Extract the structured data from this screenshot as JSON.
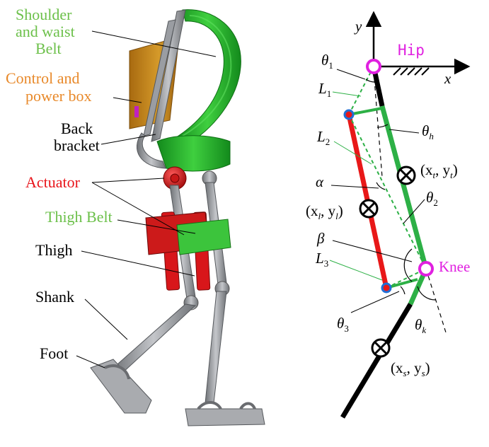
{
  "colors": {
    "green_label": "#6cc04a",
    "orange_label": "#e8892a",
    "red_label": "#e8141a",
    "black": "#000000",
    "magenta": "#e020e0",
    "belt_green": "#23a823",
    "box_orange": "#c8861a",
    "actuator_red": "#d8161a",
    "metal_gray": "#8a8c90",
    "green_link": "#2db046",
    "red_link": "#e81818",
    "blue_joint": "#1f6fd6"
  },
  "left_labels": {
    "shoulder_line1": "Shoulder",
    "shoulder_line2": "and waist",
    "shoulder_line3": "Belt",
    "control_line1": "Control and",
    "control_line2": "power box",
    "back_line1": "Back",
    "back_line2": "bracket",
    "actuator": "Actuator",
    "thigh_belt": "Thigh Belt",
    "thigh": "Thigh",
    "shank": "Shank",
    "foot": "Foot"
  },
  "diagram_labels": {
    "y_axis": "y",
    "x_axis": "x",
    "hip": "Hip",
    "knee": "Knee",
    "theta1": "θ",
    "theta1_sub": "1",
    "L1": "L",
    "L1_sub": "1",
    "L2": "L",
    "L2_sub": "2",
    "L3": "L",
    "L3_sub": "3",
    "theta_h": "θ",
    "theta_h_sub": "h",
    "xt_yt": "(x",
    "xt_sub": "t",
    "xt_mid": ", y",
    "yt_sub": "t",
    "xt_close": ")",
    "alpha": "α",
    "theta2": "θ",
    "theta2_sub": "2",
    "xl_yl": "(x",
    "xl_sub": "l",
    "xl_mid": ", y",
    "yl_sub": "l",
    "xl_close": ")",
    "beta": "β",
    "theta3": "θ",
    "theta3_sub": "3",
    "theta_k": "θ",
    "theta_k_sub": "k",
    "xs_ys": "(x",
    "xs_sub": "s",
    "xs_mid": ", y",
    "ys_sub": "s",
    "xs_close": ")"
  }
}
